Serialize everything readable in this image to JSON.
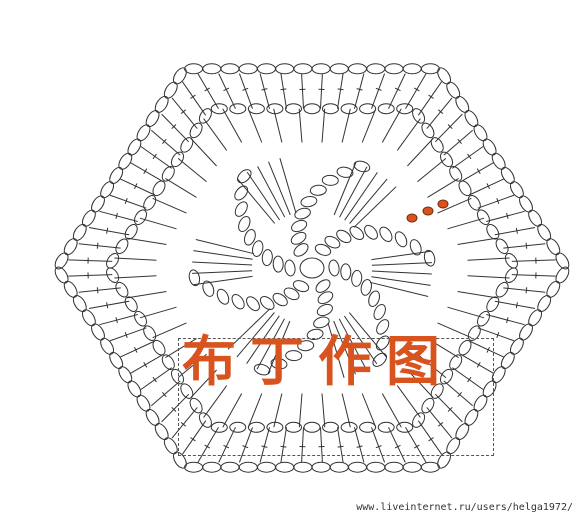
{
  "diagram": {
    "shape": "hexagon",
    "stitch_color": "#333333",
    "marker_color": "#d9531e"
  },
  "watermark": {
    "text": "布丁作图",
    "color": "#d9531e"
  },
  "source_url": "www.liveinternet.ru/users/helga1972/"
}
